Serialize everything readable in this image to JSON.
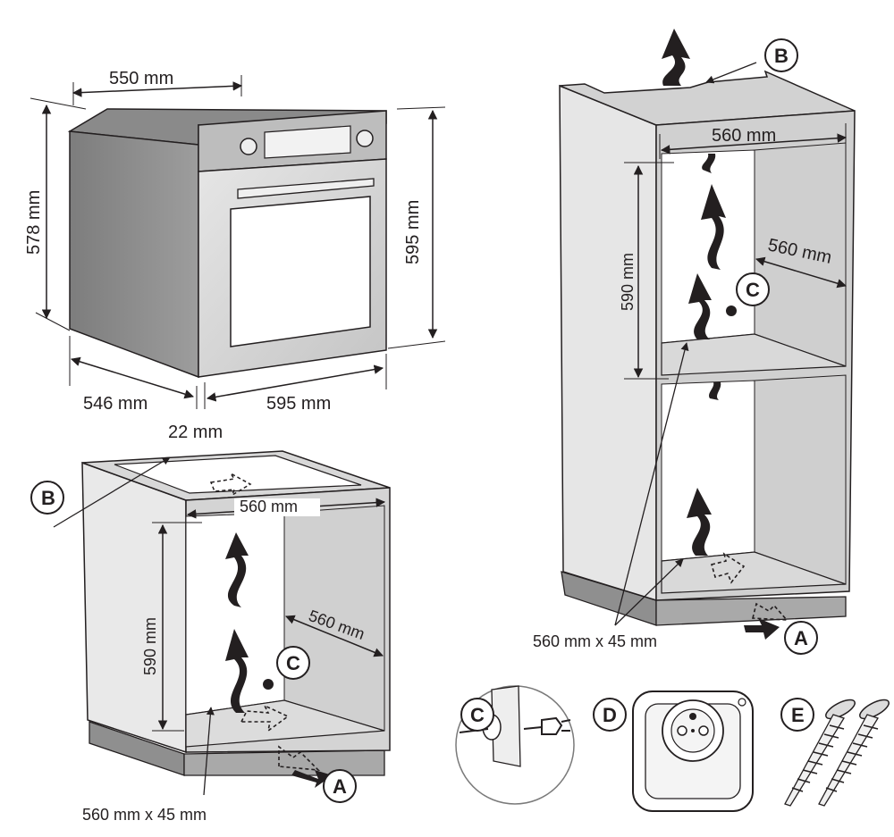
{
  "oven": {
    "depth_top": "550 mm",
    "height_body": "578 mm",
    "height_front": "595 mm",
    "depth_side": "546 mm",
    "front_protrusion": "22 mm",
    "width_front": "595 mm"
  },
  "base_cabinet": {
    "label_b": "B",
    "width": "560 mm",
    "height": "590  mm",
    "depth": "560 mm",
    "label_c": "C",
    "label_a": "A",
    "vent": "560 mm x 45 mm"
  },
  "tall_cabinet": {
    "label_b": "B",
    "width": "560 mm",
    "height": "590 mm",
    "depth": "560 mm",
    "label_c": "C",
    "label_a": "A",
    "vent": "560 mm x 45 mm"
  },
  "details": {
    "label_c": "C",
    "label_d": "D",
    "label_e": "E"
  },
  "colors": {
    "line": "#231f20",
    "cabinet_face": "#e4e4e4",
    "cabinet_side": "#cfcfcf",
    "plinth": "#a9a9a9",
    "oven_side": "#8f8f8f",
    "oven_front": "#d9d9d9"
  }
}
